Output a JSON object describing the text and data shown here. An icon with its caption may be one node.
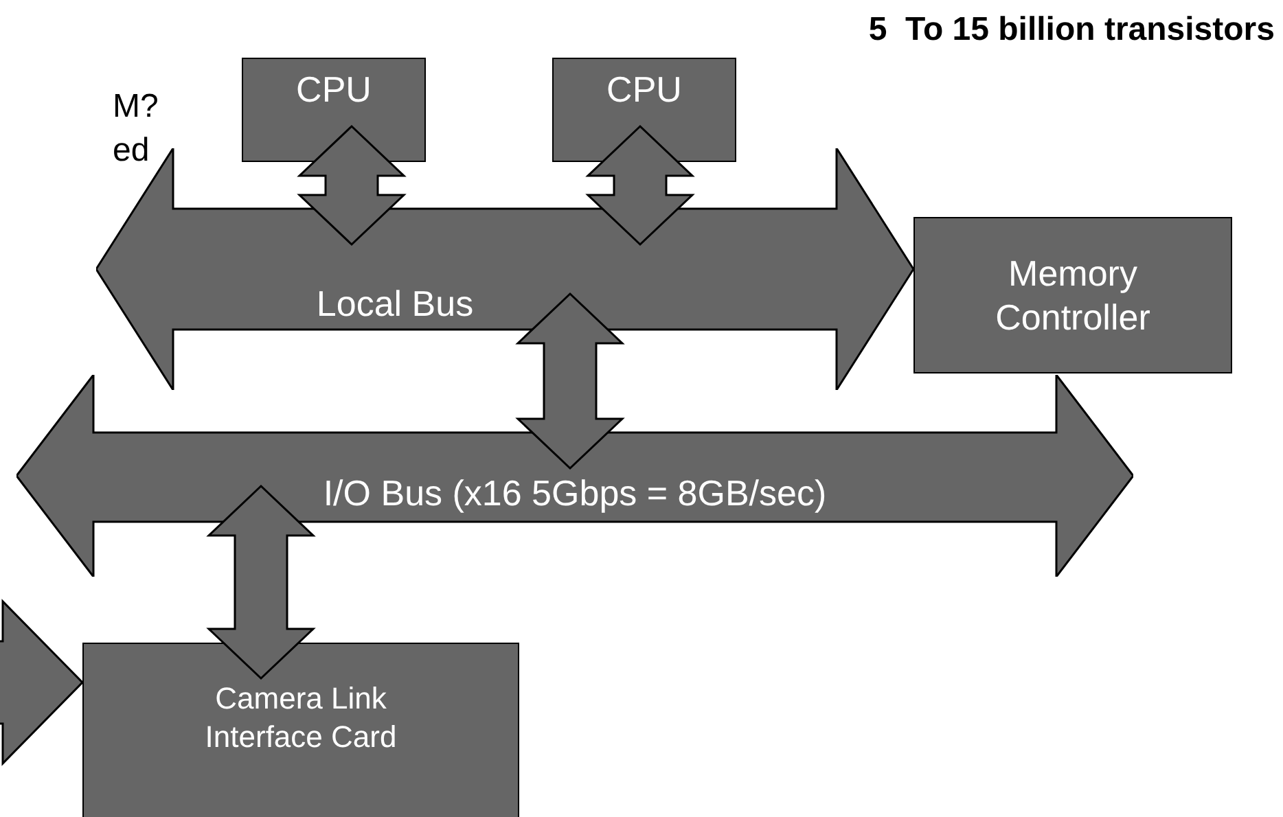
{
  "diagram": {
    "title": "5  To 15 billion transistors",
    "nodes": [
      {
        "text": [
          "CPU"
        ]
      },
      {
        "text": [
          "CPU"
        ]
      },
      {
        "text": [
          "Local Bus"
        ]
      },
      {
        "text": [
          "Memory Controller"
        ]
      },
      {
        "text": [
          "I/O Bus (x16 5Gbps = 8GB/sec)"
        ]
      },
      {
        "text": [
          "Camera Link Interface Card"
        ]
      }
    ],
    "edges": [
      {
        "from": 0,
        "to": 2,
        "arrow": "both"
      },
      {
        "from": 1,
        "to": 2,
        "arrow": "both"
      },
      {
        "from": 2,
        "to": 4,
        "arrow": "both"
      },
      {
        "from": 4,
        "to": 5,
        "arrow": "both"
      },
      {
        "from": null,
        "to": 5,
        "arrow": "to"
      }
    ],
    "labels": [
      "M?",
      "ed"
    ]
  }
}
